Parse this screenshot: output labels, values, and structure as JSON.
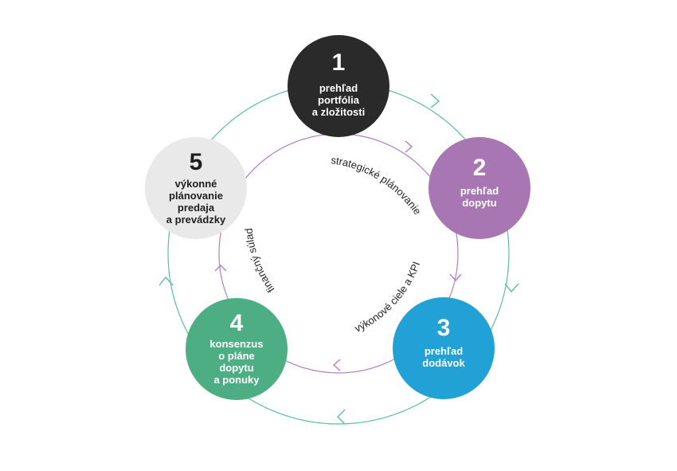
{
  "colors": {
    "outer_ring": "#5bbf9a",
    "inner_ring": "#b27fbe",
    "label_text": "#222222"
  },
  "steps": [
    {
      "number": "1",
      "lines": [
        "prehľad",
        "portfólia",
        "a zložitosti"
      ],
      "fill": "#2a2a2a",
      "text_color": "#ffffff"
    },
    {
      "number": "2",
      "lines": [
        "prehľad",
        "dopytu"
      ],
      "fill": "#a877b3",
      "text_color": "#ffffff"
    },
    {
      "number": "3",
      "lines": [
        "prehľad",
        "dodávok"
      ],
      "fill": "#22a1d6",
      "text_color": "#ffffff"
    },
    {
      "number": "4",
      "lines": [
        "konsenzus",
        "o pláne",
        "dopytu",
        "a ponuky"
      ],
      "fill": "#4dae84",
      "text_color": "#ffffff"
    },
    {
      "number": "5",
      "lines": [
        "výkonné",
        "plánovanie",
        "predaja",
        "a prevádzky"
      ],
      "fill": "#e9e9ea",
      "text_color": "#1e1e1e"
    }
  ],
  "curve_labels": {
    "strategic": "strategické plánovanie",
    "kpi": "výkonové ciele a KPI",
    "financial": "finančný súlad"
  }
}
